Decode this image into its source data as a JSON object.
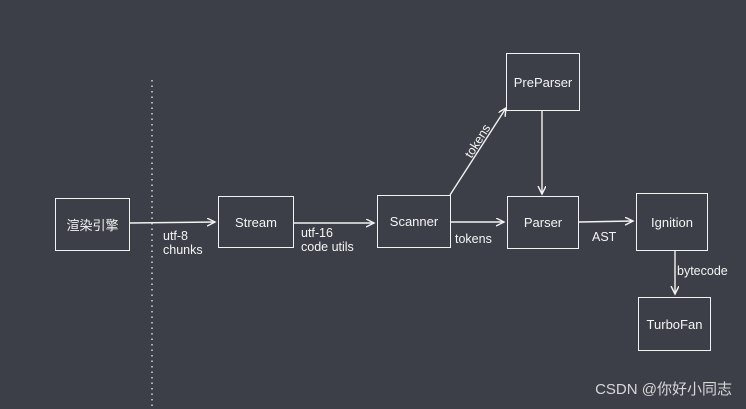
{
  "nodes": {
    "render_engine": "渲染引擎",
    "stream": "Stream",
    "scanner": "Scanner",
    "preparser": "PreParser",
    "parser": "Parser",
    "ignition": "Ignition",
    "turbofan": "TurboFan"
  },
  "edges": {
    "engine_to_stream": [
      "utf-8",
      "chunks"
    ],
    "stream_to_scanner": [
      "utf-16",
      "code utils"
    ],
    "scanner_to_preparser": "tokens",
    "scanner_to_parser": "tokens",
    "parser_to_ignition": "AST",
    "ignition_to_turbofan": "bytecode"
  },
  "watermark": "CSDN @你好小同志",
  "colors": {
    "background": "#3c3f48",
    "stroke": "#f2f2f2",
    "text": "#f4f4f4"
  }
}
